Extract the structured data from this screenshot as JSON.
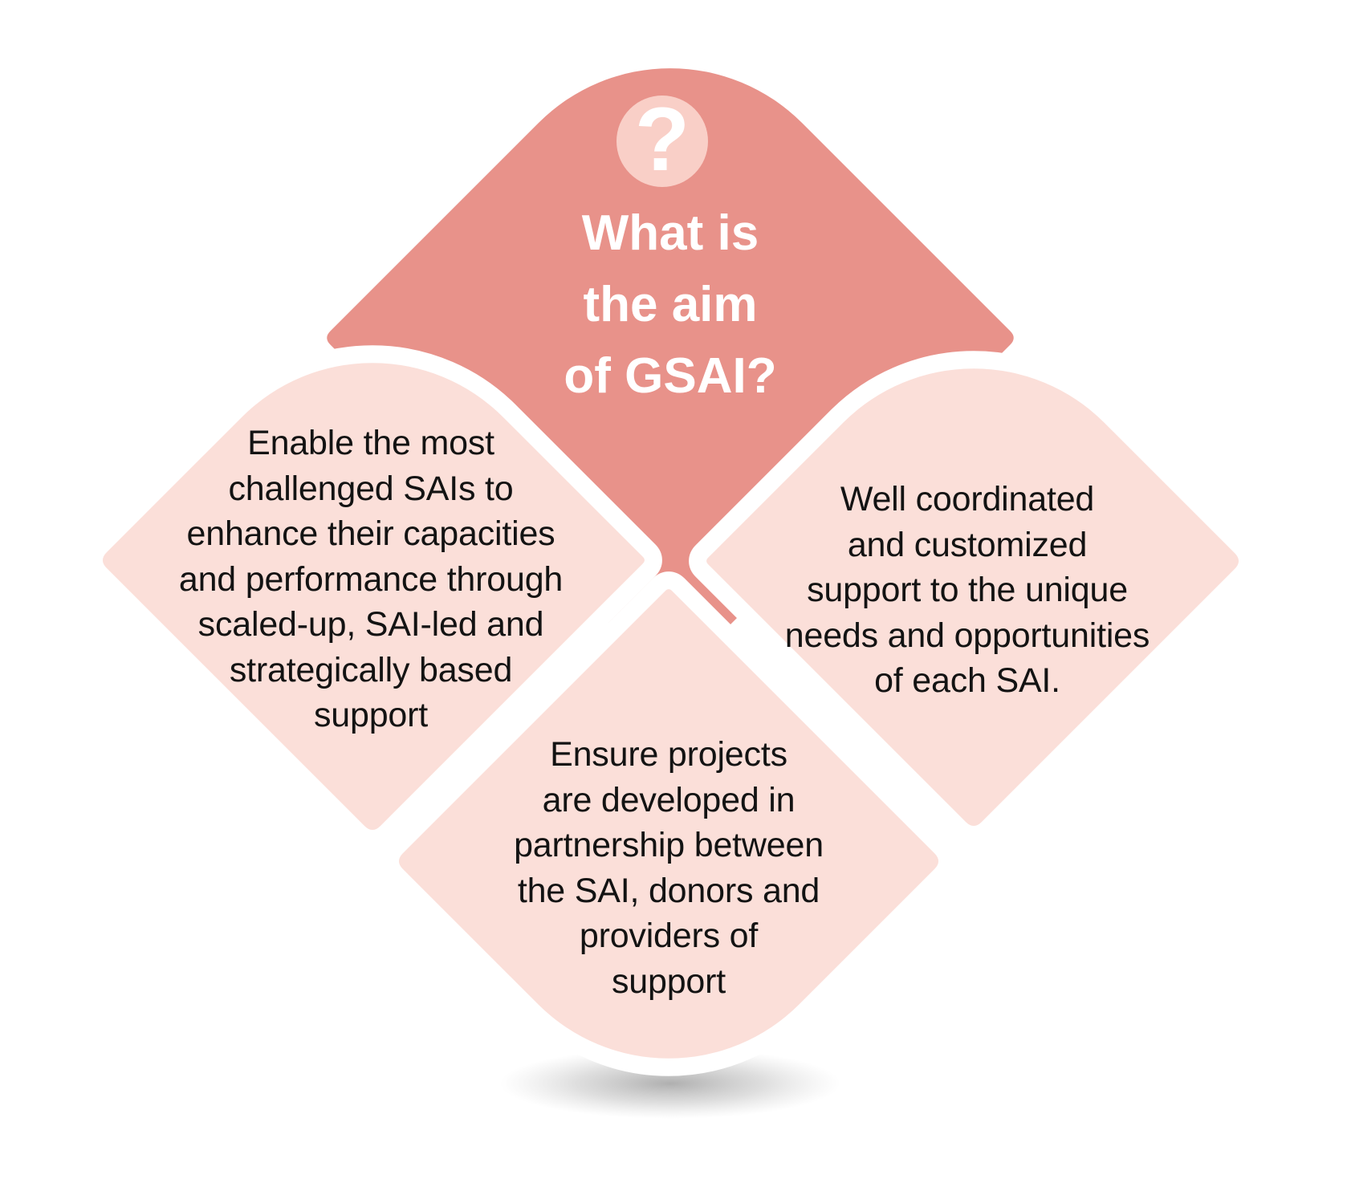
{
  "figure": {
    "question_icon": "?",
    "title_lines": "What is\nthe aim\nof GSAI?",
    "petal_left_text": "Enable the most\nchallenged SAIs to\nenhance their capacities\nand performance through\nscaled-up, SAI-led and\nstrategically based\nsupport",
    "petal_right_text": "Well coordinated\nand customized\nsupport to the unique\nneeds and opportunities\nof each SAI.",
    "petal_bottom_text": "Ensure projects\nare developed in\npartnership between\nthe SAI, donors and\nproviders of\nsupport"
  },
  "colors": {
    "salmon": "#E8928A",
    "pink": "#FBDFD9",
    "icon_circle": "#F9CFC7",
    "title_text": "#FFFFFF",
    "body_text": "#131313",
    "background": "#FFFFFF"
  }
}
